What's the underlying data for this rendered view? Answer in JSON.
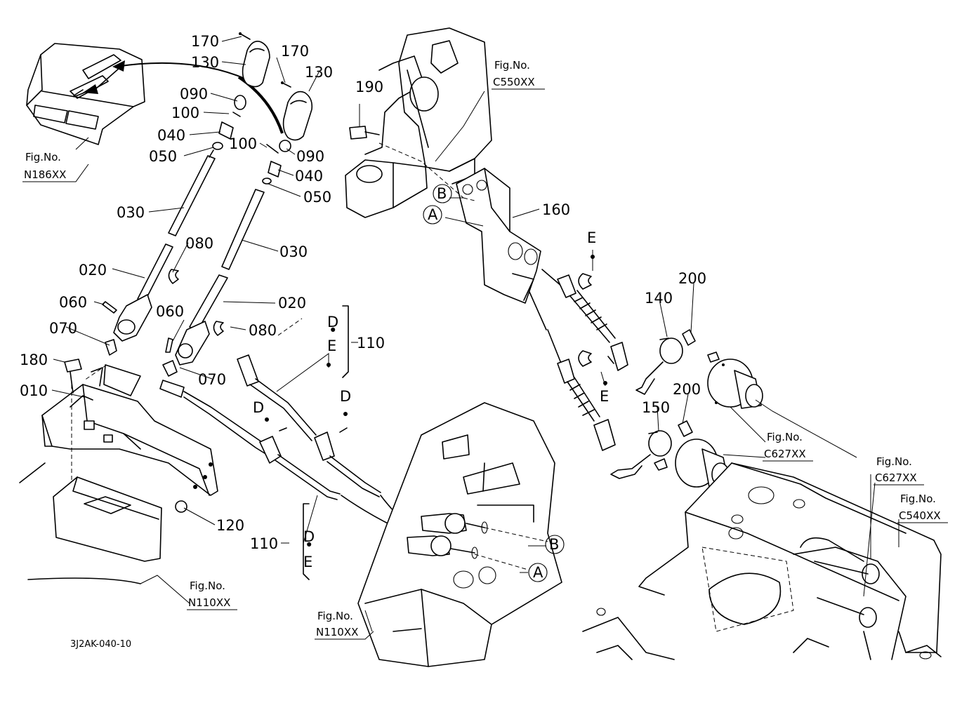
{
  "diagram_code": "3J2AK-040-10",
  "fig_no_label": "Fig.No.",
  "part_labels": {
    "p010": "010",
    "p020a": "020",
    "p020b": "020",
    "p030a": "030",
    "p030b": "030",
    "p040a": "040",
    "p040b": "040",
    "p050a": "050",
    "p050b": "050",
    "p060a": "060",
    "p060b": "060",
    "p070a": "070",
    "p070b": "070",
    "p080a": "080",
    "p080b": "080",
    "p090a": "090",
    "p090b": "090",
    "p100a": "100",
    "p100b": "100",
    "p110a": "110",
    "p110b": "110",
    "p120": "120",
    "p130a": "130",
    "p130b": "130",
    "p140": "140",
    "p150": "150",
    "p160": "160",
    "p170a": "170",
    "p170b": "170",
    "p180": "180",
    "p190": "190",
    "p200a": "200",
    "p200b": "200"
  },
  "refs": {
    "fig_n186": "N186XX",
    "fig_c550": "C550XX",
    "fig_c627a": "C627XX",
    "fig_c627b": "C627XX",
    "fig_c540": "C540XX",
    "fig_n110a": "N110XX",
    "fig_n110b": "N110XX"
  },
  "markers": {
    "a1": "A",
    "a2": "A",
    "b1": "B",
    "b2": "B",
    "d1": "D",
    "d2": "D",
    "d3": "D",
    "d4": "D",
    "e1": "E",
    "e2": "E",
    "e3": "E",
    "e4": "E",
    "dot": "•"
  }
}
